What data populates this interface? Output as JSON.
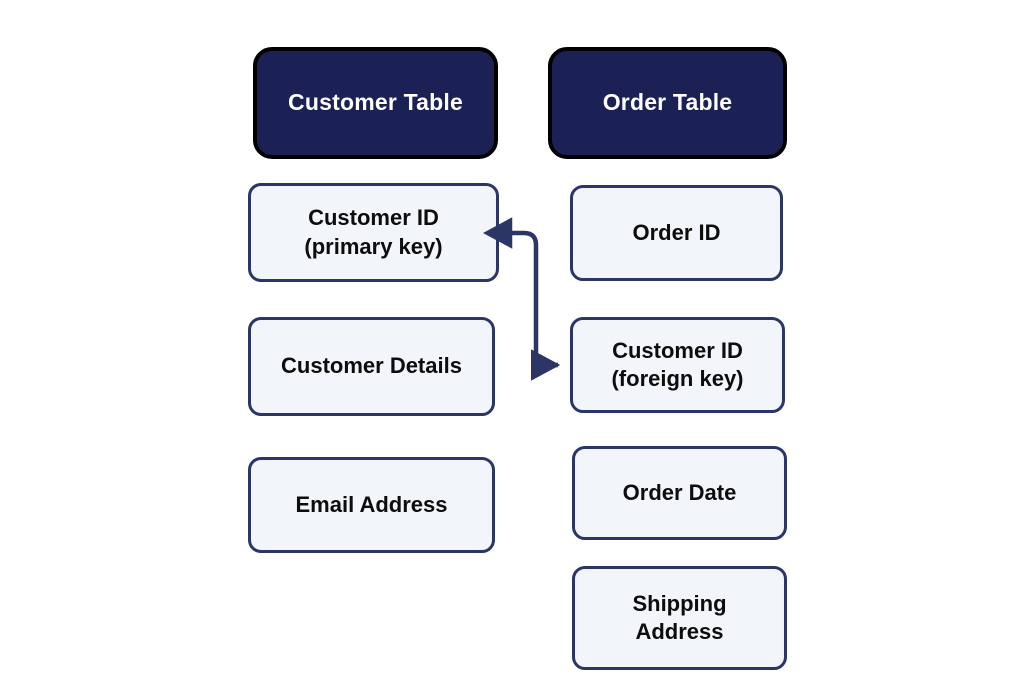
{
  "diagram": {
    "title": "Customer Table and Order Table relationship",
    "background_color": "#ffffff",
    "header_fill": "#1b2055",
    "header_border": "#000000",
    "header_text_color": "#ffffff",
    "field_fill": "#f2f5f9",
    "field_border": "#2b3566",
    "field_text_color": "#0d0d0d",
    "connector_color": "#2b3566"
  },
  "tables": [
    {
      "id": "customer-table",
      "header": "Customer Table",
      "fields": [
        {
          "id": "customer-id-primary-key",
          "label": "Customer ID\n(primary key)",
          "lines": 2
        },
        {
          "id": "customer-details",
          "label": "Customer Details",
          "lines": 1
        },
        {
          "id": "email-address",
          "label": "Email Address",
          "lines": 1
        }
      ]
    },
    {
      "id": "order-table",
      "header": "Order Table",
      "fields": [
        {
          "id": "order-id",
          "label": "Order ID",
          "lines": 1
        },
        {
          "id": "customer-id-foreign-key",
          "label": "Customer ID\n(foreign key)",
          "lines": 2
        },
        {
          "id": "order-date",
          "label": "Order Date",
          "lines": 1
        },
        {
          "id": "shipping-address",
          "label": "Shipping\nAddress",
          "lines": 2
        }
      ]
    }
  ],
  "relationship": {
    "id": "customer-id-relationship",
    "from": "Customer ID (primary key)",
    "to": "Customer ID (foreign key)",
    "arrow_heads": "both",
    "shape": "s-curve"
  }
}
